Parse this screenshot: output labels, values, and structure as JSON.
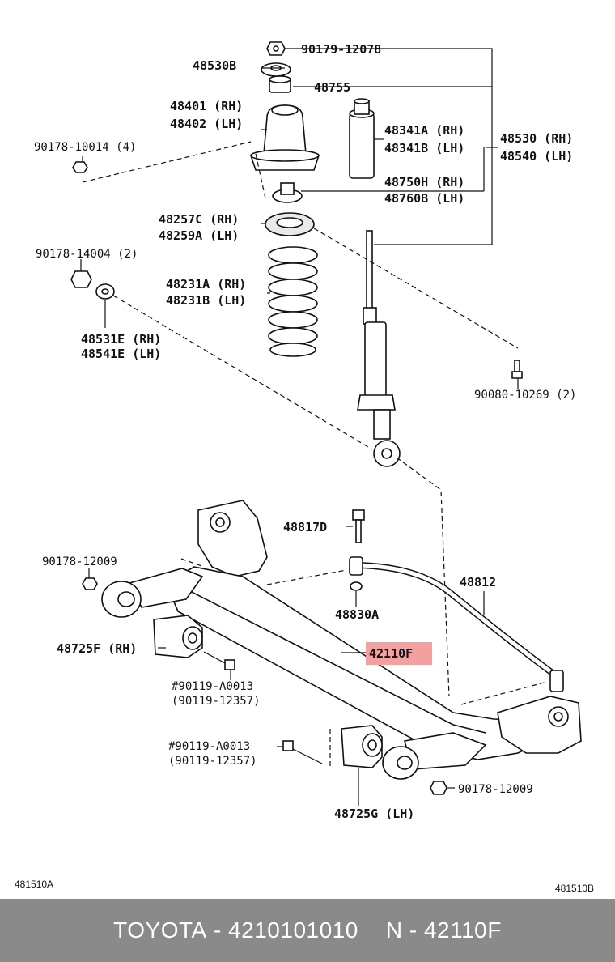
{
  "diagram": {
    "labels": {
      "p90179_12078": "90179-12078",
      "p48530b": "48530B",
      "p48755": "48755",
      "p48401": "48401 (RH)",
      "p48402": "48402 (LH)",
      "p90178_10014": "90178-10014 (4)",
      "p48341a": "48341A (RH)",
      "p48341b": "48341B (LH)",
      "p48530": "48530 (RH)",
      "p48540": "48540 (LH)",
      "p48750h": "48750H (RH)",
      "p48760b": "48760B (LH)",
      "p48257c": "48257C (RH)",
      "p48259a": "48259A (LH)",
      "p90178_14004": "90178-14004 (2)",
      "p48231a": "48231A (RH)",
      "p48231b": "48231B (LH)",
      "p48531e": "48531E (RH)",
      "p48541e": "48541E (LH)",
      "p90080_10269": "90080-10269 (2)",
      "p48817d": "48817D",
      "p90178_12009_a": "90178-12009",
      "p48812": "48812",
      "p48830a": "48830A",
      "p48725f": "48725F (RH)",
      "p42110f": "42110F",
      "p90119_a0013_a": "#90119-A0013",
      "p90119_12357_a": "(90119-12357)",
      "p90119_a0013_b": "#90119-A0013",
      "p90119_12357_b": "(90119-12357)",
      "p90178_12009_b": "90178-12009",
      "p48725g": "48725G (LH)"
    },
    "ref_left": "481510A",
    "ref_right": "481510B",
    "highlight_color": "#f4a0a0"
  },
  "footer": {
    "brand": "TOYOTA",
    "part_number": "4210101010",
    "catalog_number": "42110F",
    "separator": "-",
    "prefix": "N"
  }
}
